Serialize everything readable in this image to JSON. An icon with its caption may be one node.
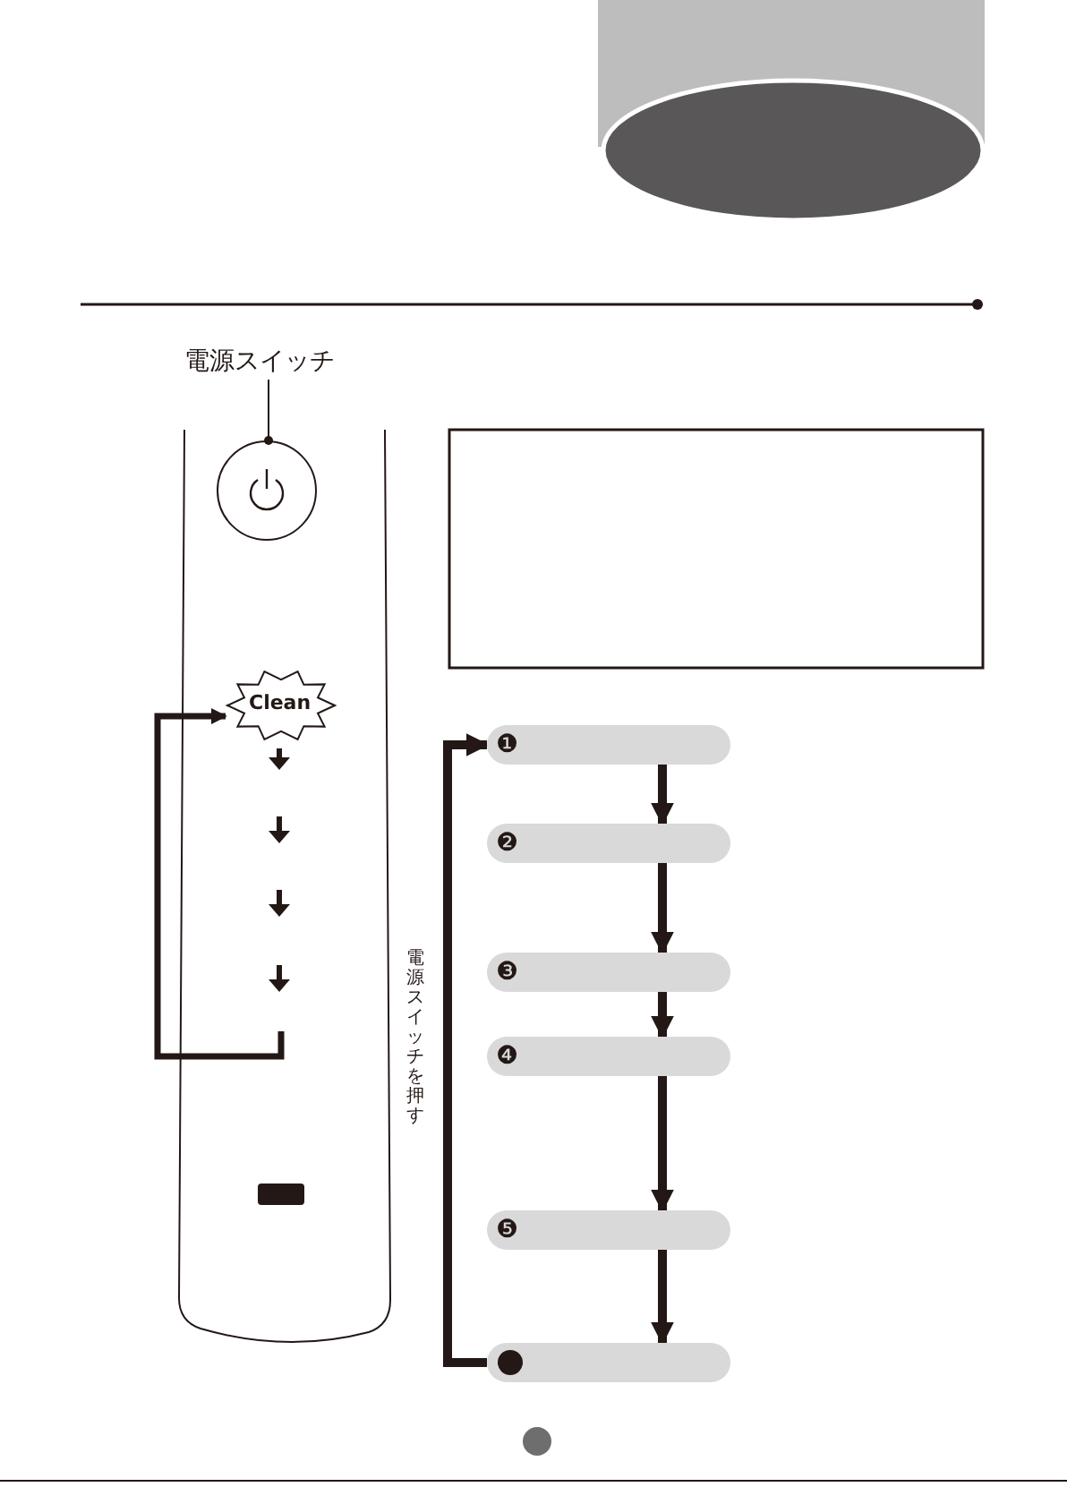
{
  "diagram": {
    "nodes": [
      {
        "text": [
          "電源スイッチ"
        ]
      },
      {
        "text": [],
        "shape": "circle"
      },
      {
        "text": [
          "Clean"
        ]
      },
      {
        "text": [
          "❶"
        ]
      },
      {
        "text": [
          "❷"
        ]
      },
      {
        "text": [
          "❸"
        ]
      },
      {
        "text": [
          "❹"
        ]
      },
      {
        "text": [
          "❺"
        ]
      },
      {
        "text": [],
        "shape": "bar"
      }
    ],
    "edges": [
      {
        "from": 0,
        "to": 1,
        "arrow": "other"
      },
      {
        "from": null,
        "to": 2,
        "arrow": "to"
      },
      {
        "from": 3,
        "to": 4,
        "arrow": "to"
      },
      {
        "from": 4,
        "to": 5,
        "arrow": "to"
      },
      {
        "from": 5,
        "to": 6,
        "arrow": "to"
      },
      {
        "from": 6,
        "to": 7,
        "arrow": "to"
      },
      {
        "from": 7,
        "to": 8,
        "arrow": "to"
      },
      {
        "from": 8,
        "to": 3,
        "arrow": "to",
        "label": "電源スイッチを押す"
      }
    ]
  }
}
